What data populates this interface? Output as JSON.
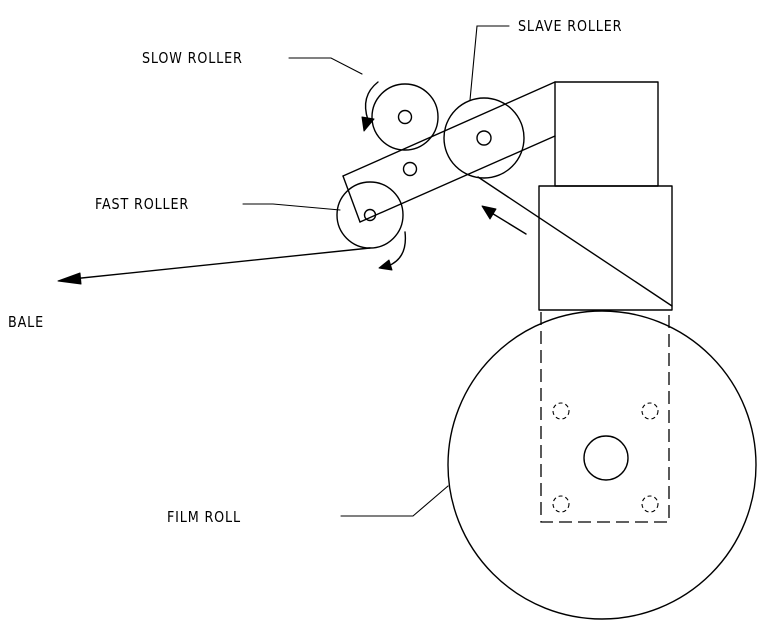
{
  "labels": {
    "slave_roller": "SLAVE  ROLLER",
    "slow_roller": "SLOW  ROLLER",
    "fast_roller": "FAST  ROLLER",
    "bale": "BALE",
    "film_roll": "FILM  ROLL"
  },
  "colors": {
    "stroke": "#000000",
    "background": "#ffffff"
  }
}
